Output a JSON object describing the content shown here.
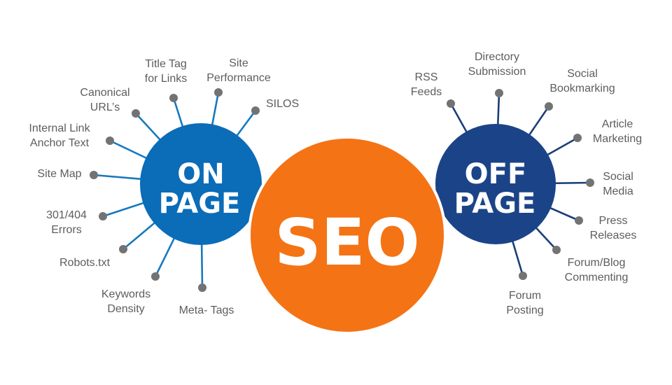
{
  "colors": {
    "center_hub": "#f47315",
    "left_hub": "#0b6cb8",
    "right_hub": "#1b4488",
    "spoke_left": "#1779bd",
    "spoke_right": "#1b3e78",
    "endpoint": "#737373",
    "label": "#5d5d5d"
  },
  "center": {
    "label": "SEO"
  },
  "on_page": {
    "label_line1": "ON",
    "label_line2": "PAGE",
    "spokes": [
      {
        "lines": [
          "Site",
          "Performance"
        ]
      },
      {
        "lines": [
          "SILOS"
        ]
      },
      {
        "lines": [
          "Title Tag",
          "for Links"
        ]
      },
      {
        "lines": [
          "Canonical",
          "URL’s"
        ]
      },
      {
        "lines": [
          "Internal Link",
          "Anchor Text"
        ]
      },
      {
        "lines": [
          "Site Map"
        ]
      },
      {
        "lines": [
          "301/404",
          "Errors"
        ]
      },
      {
        "lines": [
          "Robots.txt"
        ]
      },
      {
        "lines": [
          "Keywords",
          "Density"
        ]
      },
      {
        "lines": [
          "Meta- Tags"
        ]
      }
    ]
  },
  "off_page": {
    "label_line1": "OFF",
    "label_line2": "PAGE",
    "spokes": [
      {
        "lines": [
          "RSS",
          "Feeds"
        ]
      },
      {
        "lines": [
          "Directory",
          "Submission"
        ]
      },
      {
        "lines": [
          "Social",
          "Bookmarking"
        ]
      },
      {
        "lines": [
          "Article",
          "Marketing"
        ]
      },
      {
        "lines": [
          "Social",
          "Media"
        ]
      },
      {
        "lines": [
          "Press",
          "Releases"
        ]
      },
      {
        "lines": [
          "Forum/Blog",
          "Commenting"
        ]
      },
      {
        "lines": [
          "Forum",
          "Posting"
        ]
      }
    ]
  }
}
